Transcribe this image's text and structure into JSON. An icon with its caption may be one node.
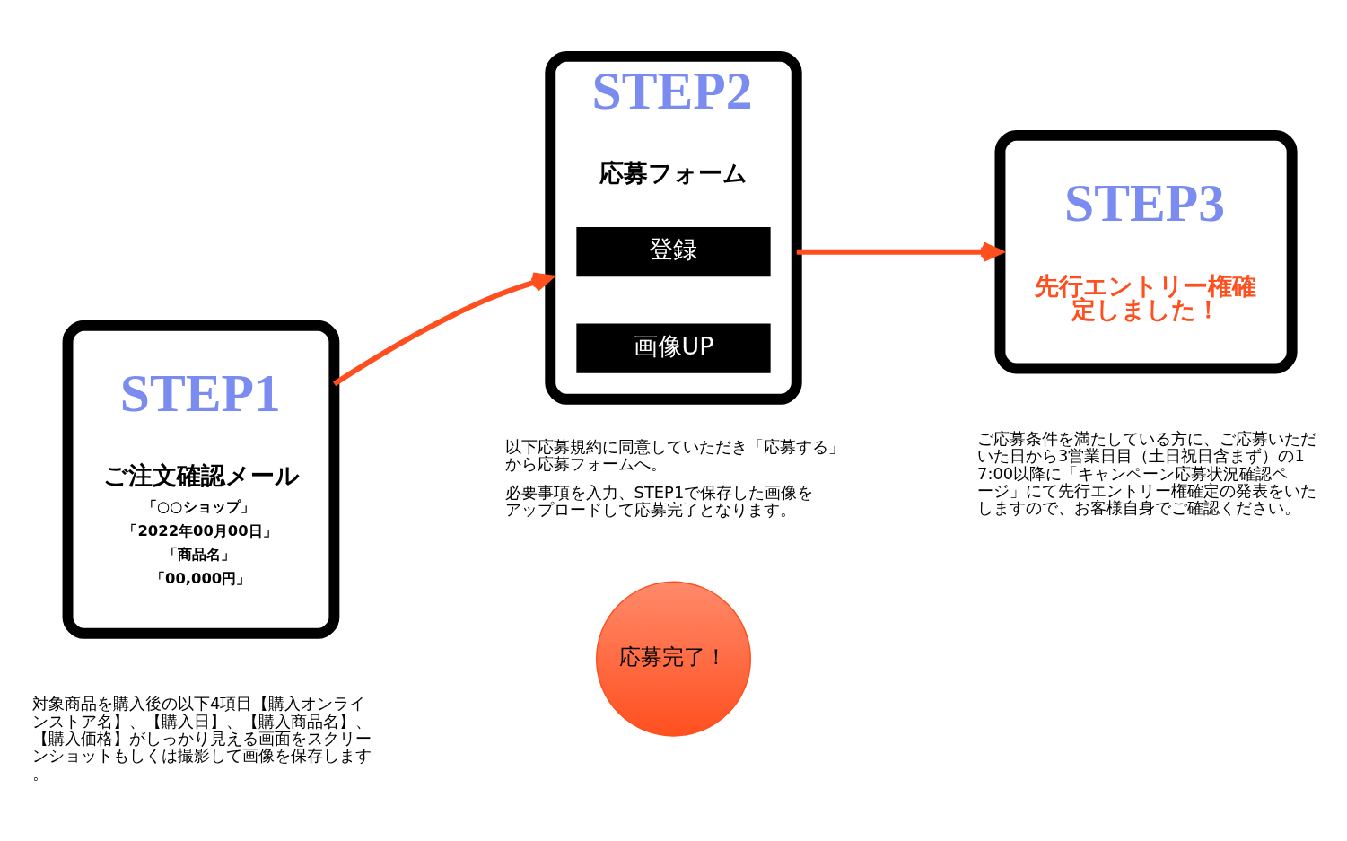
{
  "diagram": {
    "nodes": [
      {
        "text": [
          "STEP1",
          "ご注文確認メール",
          "「○○ショップ」",
          "「2022年00月00日」",
          "「商品名」",
          "「00,000円」"
        ],
        "beside": [
          "対象商品を購入後の以下4項目【購入オンラインストア名】、【購入日】、【購入商品名】、【購入価格】がしっかり見える画面をスクリーンショットもしくは撮影して画像を保存します。"
        ]
      },
      {
        "text": [
          "STEP2",
          "応募フォーム"
        ],
        "beside": [
          "以下応募規約に同意していただき「応募する」から応募フォームへ。",
          "必要事項を入力、STEP1で保存した画像をアップロードして応募完了となります。"
        ]
      },
      {
        "text": [
          "登録"
        ],
        "in": 1
      },
      {
        "text": [
          "画像UP"
        ],
        "in": 1
      },
      {
        "text": [
          "応募完了！"
        ]
      },
      {
        "text": [
          "STEP3",
          "先行エントリー権確定しました！"
        ],
        "beside": [
          "ご応募条件を満たしている方に、ご応募いただいた日から3営業日目（土日祝日含まず）の17:00以降に「キャンペーン応募状況確認ページ」にて先行エントリー権確定の発表をいたしますので、お客様自身でご確認ください。"
        ]
      }
    ],
    "edges": [
      {
        "from": 0,
        "to": 1,
        "arrow": "to",
        "color": "#ff4f1f"
      },
      {
        "from": 1,
        "to": 5,
        "arrow": "to",
        "color": "#ff4f1f"
      }
    ]
  }
}
